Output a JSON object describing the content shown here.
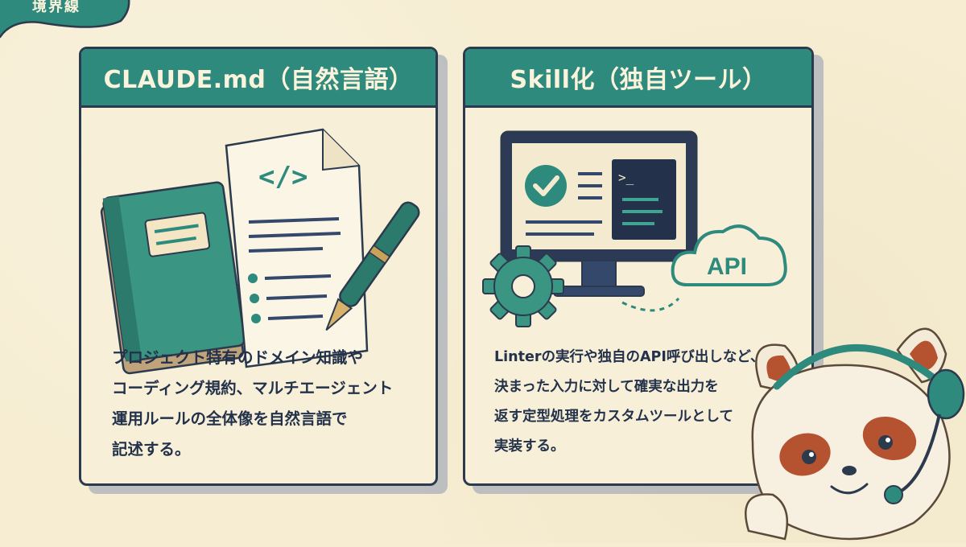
{
  "tag": {
    "label": "境界線"
  },
  "cards": [
    {
      "title": "CLAUDE.md（自然言語）",
      "lines": [
        "プロジェクト特有のドメイン知識や",
        "コーディング規約、マルチエージェント",
        "運用ルールの全体像を自然言語で",
        "記述する。"
      ],
      "code_glyph": "</>",
      "icons": [
        "notebook-icon",
        "document-icon",
        "fountain-pen-icon"
      ]
    },
    {
      "title": "Skill化（独自ツール）",
      "lines": [
        "Linterの実行や独自のAPI呼び出しなど、",
        "決まった入力に対して確実な出力を",
        "返す定型処理をカスタムツールとして",
        "実装する。"
      ],
      "terminal_prompt": ">_",
      "cloud_label": "API",
      "icons": [
        "monitor-icon",
        "checkmark-icon",
        "terminal-icon",
        "cloud-icon",
        "gear-icon"
      ]
    }
  ],
  "colors": {
    "teal": "#2e8a7d",
    "navy": "#2c3a4d",
    "paper": "#f6edd2",
    "fox_red": "#b5522f"
  }
}
